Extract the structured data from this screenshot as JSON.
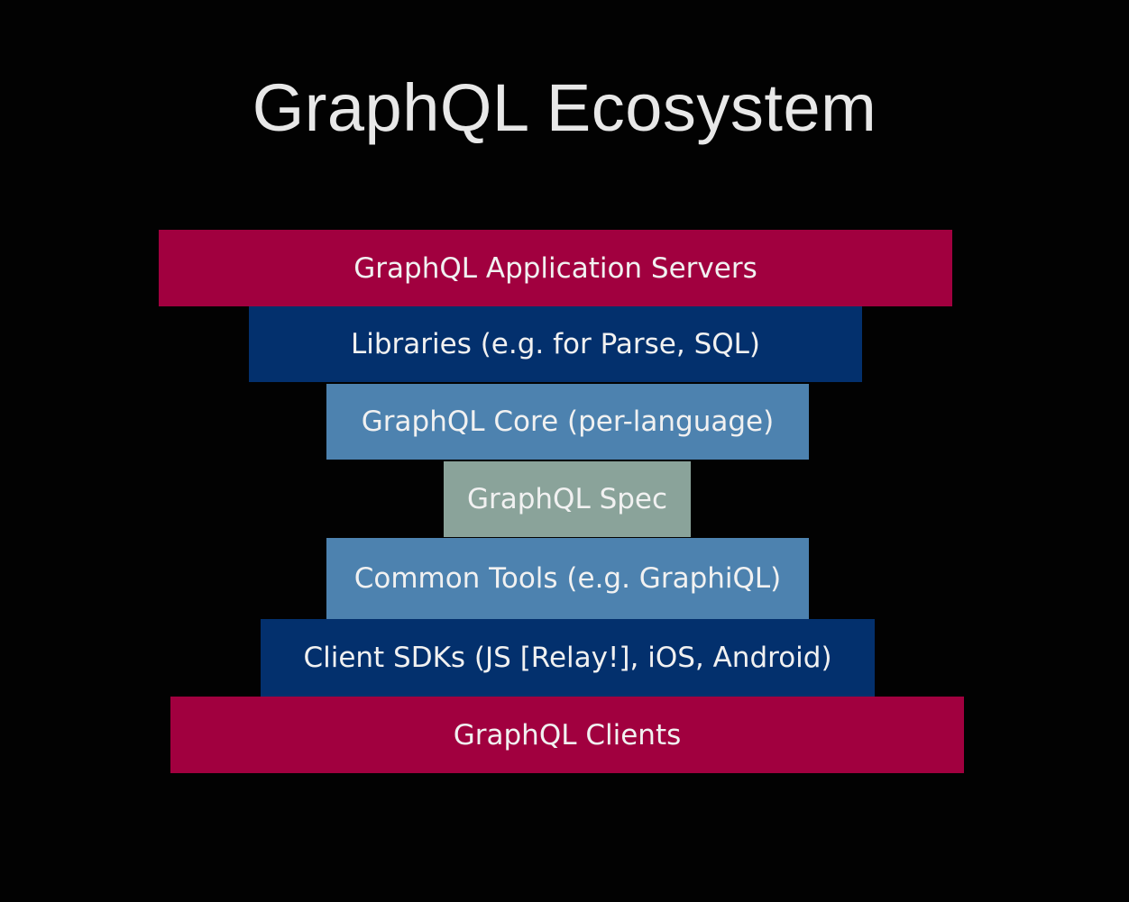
{
  "slide": {
    "title": "GraphQL Ecosystem"
  },
  "colors": {
    "background": "#020202",
    "crimson": "#a1003f",
    "navy": "#03306d",
    "steel_blue": "#4d82af",
    "gray_green": "#8aa39a",
    "text": "#f1f1f1"
  },
  "layers": [
    {
      "label": "GraphQL Application Servers",
      "color": "#a1003f"
    },
    {
      "label": "Libraries (e.g. for Parse, SQL)",
      "color": "#03306d"
    },
    {
      "label": "GraphQL Core (per-language)",
      "color": "#4d82af"
    },
    {
      "label": "GraphQL Spec",
      "color": "#8aa39a"
    },
    {
      "label": "Common Tools (e.g. GraphiQL)",
      "color": "#4d82af"
    },
    {
      "label": "Client SDKs (JS [Relay!], iOS, Android)",
      "color": "#03306d"
    },
    {
      "label": "GraphQL Clients",
      "color": "#a1003f"
    }
  ]
}
